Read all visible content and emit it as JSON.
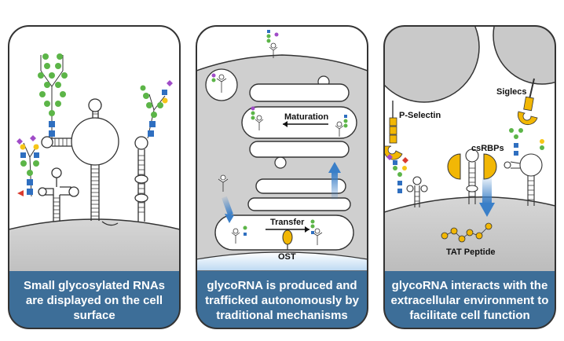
{
  "panels": [
    {
      "caption": "Small glycosylated RNAs are displayed on the cell surface"
    },
    {
      "caption": "glycoRNA is produced and trafficked autonomously by traditional mechanisms",
      "labels": {
        "maturation": "Maturation",
        "transfer": "Transfer",
        "ost": "OST"
      }
    },
    {
      "caption": "glycoRNA interacts with the extracellular environment to facilitate cell function",
      "labels": {
        "p_selectin": "P-Selectin",
        "siglecs": "Siglecs",
        "csrbps": "csRBPs",
        "tat_peptide": "TAT Peptide"
      }
    }
  ],
  "colors": {
    "caption_bg": "#3d6e98",
    "cell": "#c8c8c8",
    "glcnac": "#2f6fc0",
    "galactose": "#f5c518",
    "mannose": "#5cb548",
    "sialic_acid": "#a04cc8",
    "fucose": "#d93a2e",
    "protein": "#f2b705",
    "arrow": "#3a7fc8"
  }
}
